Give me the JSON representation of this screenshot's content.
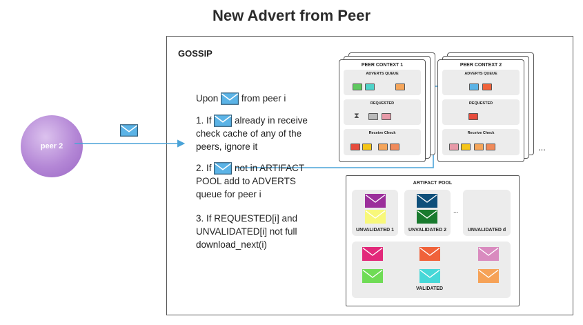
{
  "title": "New Advert from Peer",
  "gossip_label": "GOSSIP",
  "peer": {
    "label": "peer 2"
  },
  "steps": {
    "upon_pre": "Upon",
    "upon_post": "from peer i",
    "s1_pre": "1. If",
    "s1_post": "already in receive",
    "s1_line2": "check cache of any of the",
    "s1_line3": "peers, ignore it",
    "s2_pre": "2. If",
    "s2_post": "not in ARTIFACT",
    "s2_line2": "POOL add to ADVERTS",
    "s2_line3": "queue for peer i",
    "s3_line1": "3. If REQUESTED[i] and",
    "s3_line2": "UNVALIDATED[i] not full",
    "s3_line3": "download_next(i)"
  },
  "contexts": [
    {
      "title": "PEER CONTEXT 1",
      "adverts": "ADVERTS QUEUE",
      "requested": "REQUESTED",
      "receive": "Receive Check"
    },
    {
      "title": "PEER CONTEXT 2",
      "adverts": "ADVERTS QUEUE",
      "requested": "REQUESTED",
      "receive": "Receive Check"
    }
  ],
  "more_contexts": "...",
  "pool": {
    "title": "ARTIFACT POOL",
    "unvalidated": [
      "UNVALIDATED 1",
      "UNVALIDATED 2",
      "UNVALIDATED d"
    ],
    "between_dots": "...",
    "validated": "VALIDATED"
  },
  "colors": {
    "arrow": "#4aa3d8",
    "envelope_blue": "#5bb3e6",
    "peer_circle": "#b487d6",
    "green": "#5ec85e",
    "teal": "#4fd3c9",
    "orange": "#f5a55a",
    "red": "#e74c3c",
    "yellow": "#f5c518",
    "grey": "#b9b9b9",
    "pink": "#e79aa8",
    "purple": "#9b2f9b",
    "navy": "#0e4f7a",
    "darkgreen": "#197a2e",
    "lightyellow": "#f8f87a",
    "magenta": "#e2297a",
    "tomato": "#f0623a",
    "mauve": "#d98bbf",
    "lime": "#6fdc55",
    "cyan": "#46d8d8",
    "apricot": "#f6a257"
  }
}
